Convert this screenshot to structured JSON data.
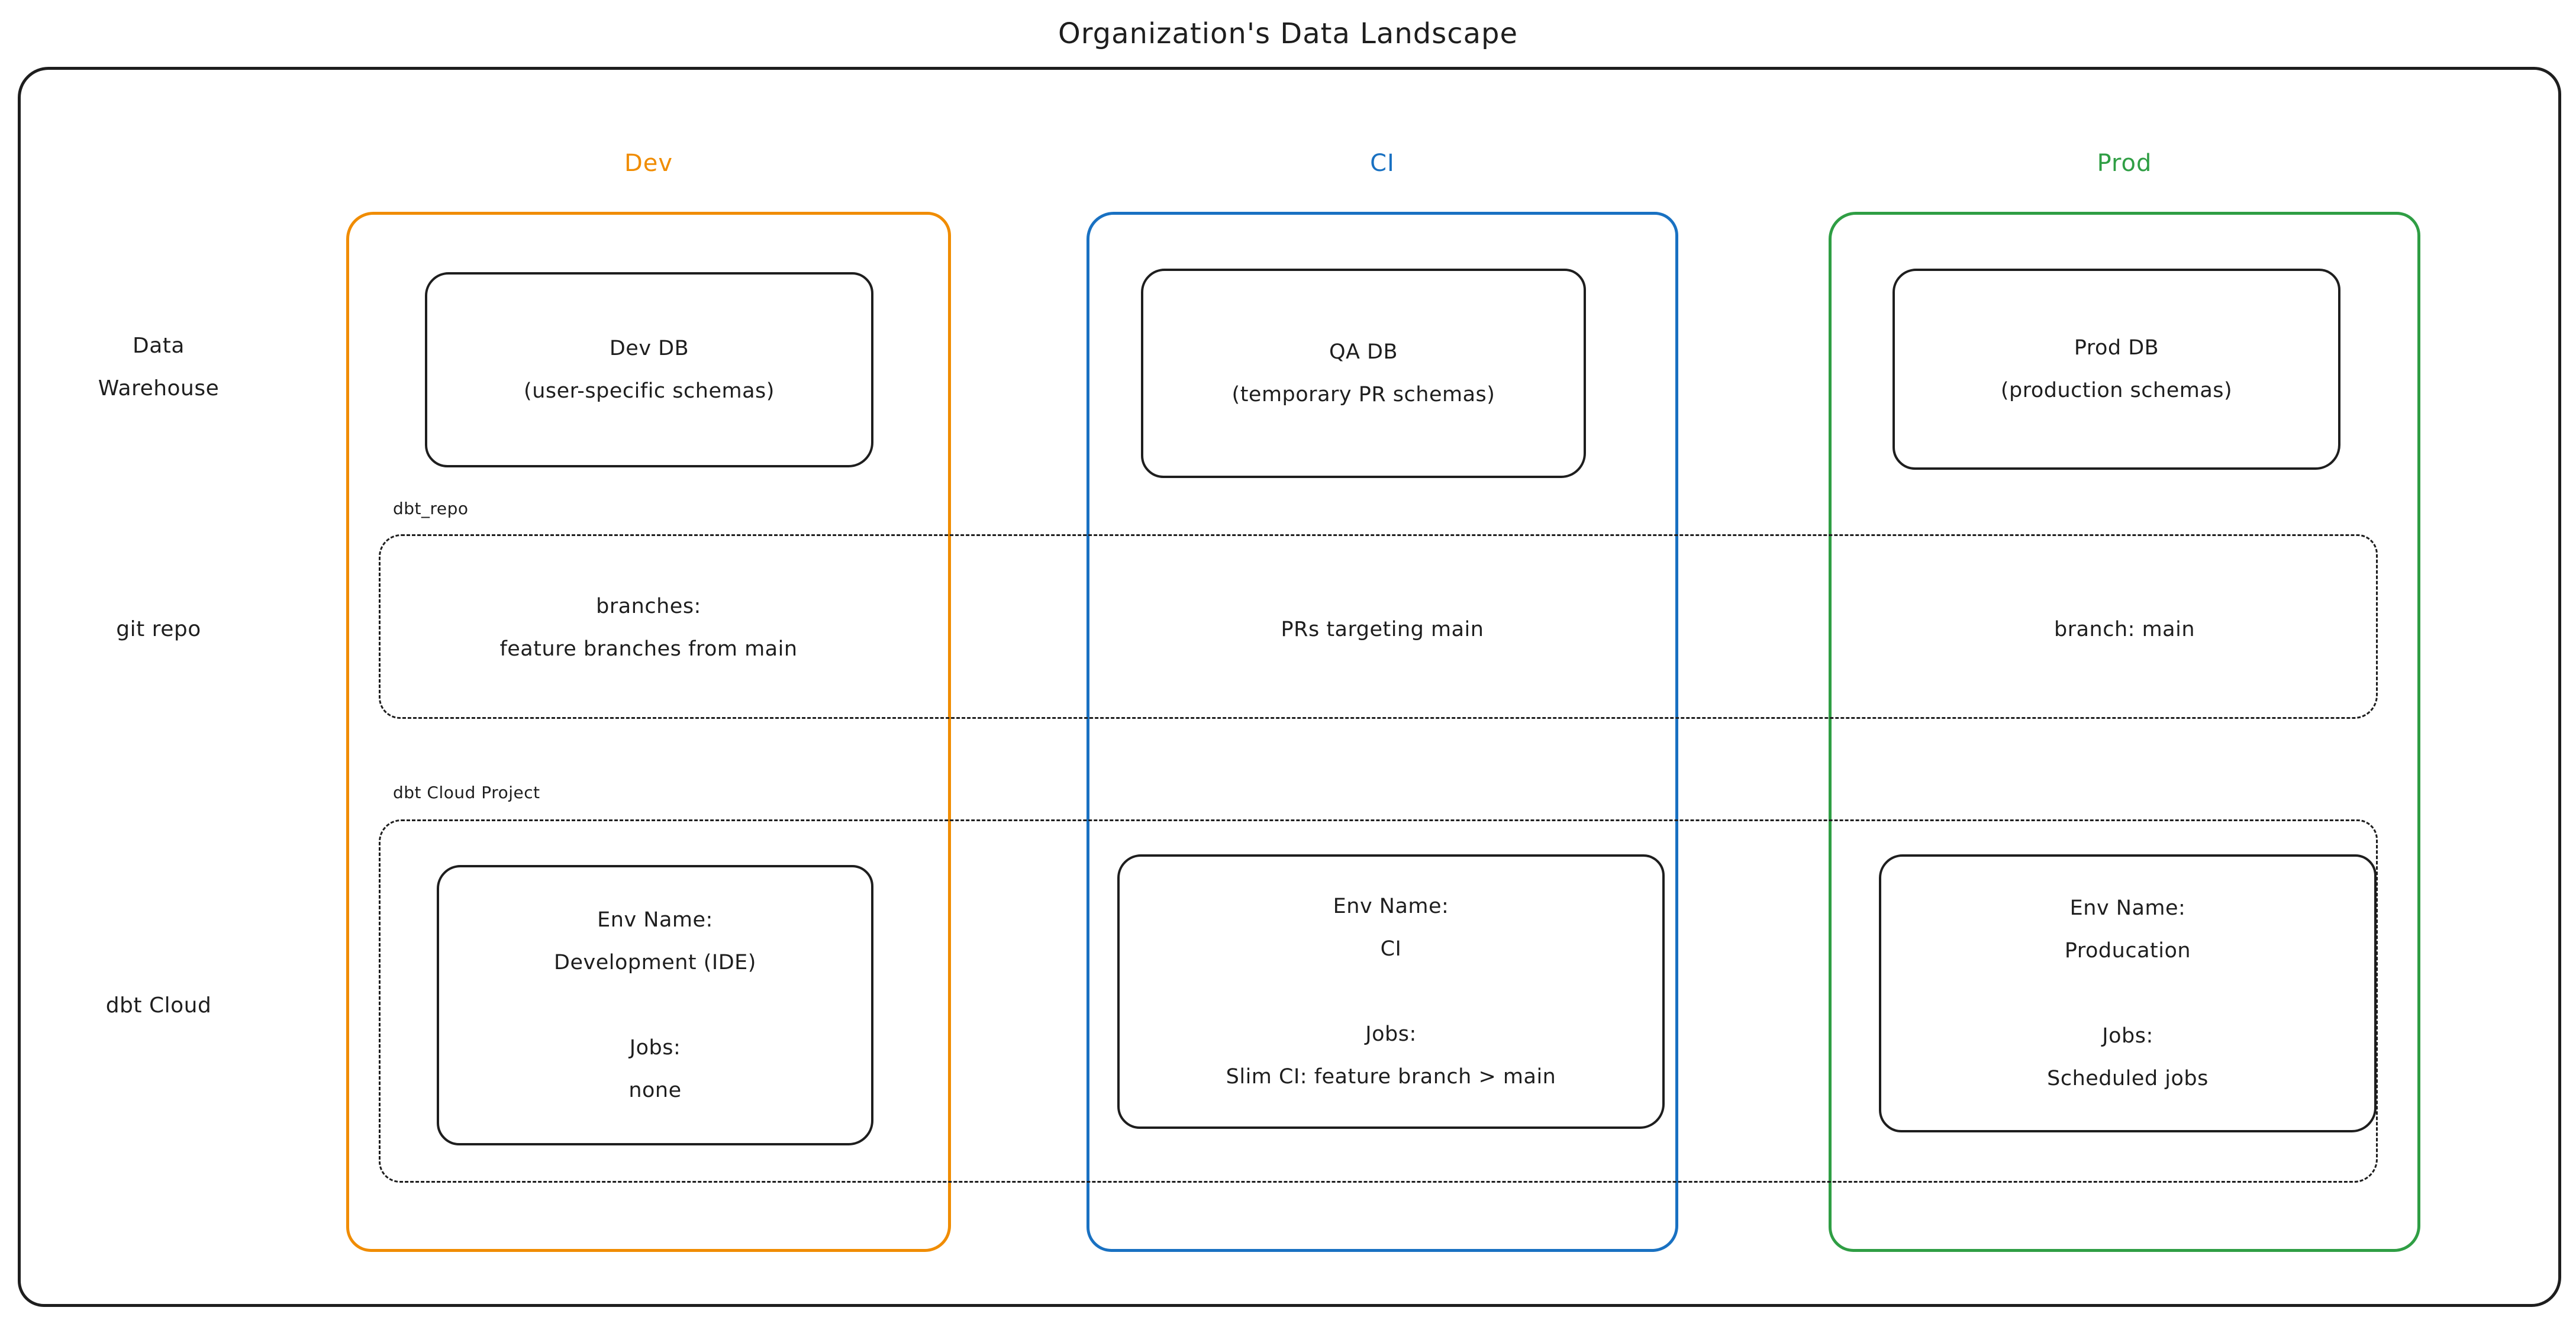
{
  "title": "Organization's Data Landscape",
  "colors": {
    "ink": "#1e1e1e",
    "dev": "#f08c00",
    "ci": "#1971c2",
    "prod": "#2f9e44",
    "background": "#ffffff"
  },
  "columns": {
    "dev": {
      "label": "Dev"
    },
    "ci": {
      "label": "CI"
    },
    "prod": {
      "label": "Prod"
    }
  },
  "row_labels": {
    "data_warehouse": "Data\nWarehouse",
    "git_repo": "git repo",
    "dbt_cloud": "dbt Cloud"
  },
  "data_warehouse_row": {
    "dev_db": "Dev DB\n(user-specific schemas)",
    "qa_db": "QA DB\n(temporary PR schemas)",
    "prod_db": "Prod DB\n(production schemas)"
  },
  "git_repo_row": {
    "group_label": "dbt_repo",
    "dev": "branches:\nfeature branches from main",
    "ci": "PRs targeting main",
    "prod": "branch: main"
  },
  "dbt_cloud_row": {
    "group_label": "dbt Cloud Project",
    "dev": "Env Name:\nDevelopment (IDE)\n\nJobs:\nnone",
    "ci": "Env Name:\nCI\n\nJobs:\nSlim CI: feature branch > main",
    "prod": "Env Name:\nProducation\n\nJobs:\nScheduled jobs"
  }
}
